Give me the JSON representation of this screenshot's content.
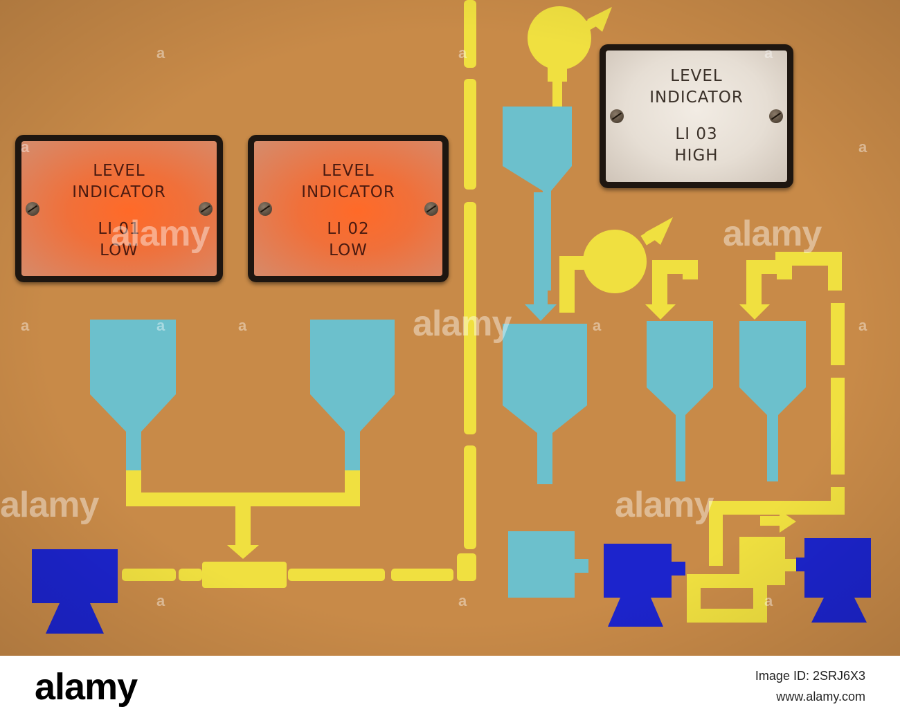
{
  "lamps": [
    {
      "style": "red",
      "line1": "LEVEL",
      "line2": "INDICATOR",
      "tag": "LI 01",
      "state": "LOW"
    },
    {
      "style": "red",
      "line1": "LEVEL",
      "line2": "INDICATOR",
      "tag": "LI 02",
      "state": "LOW"
    },
    {
      "style": "white",
      "line1": "LEVEL",
      "line2": "INDICATOR",
      "tag": "LI 03",
      "state": "HIGH"
    }
  ],
  "watermark": {
    "text": "alamy",
    "mark": "a"
  },
  "footer": {
    "logo": "alamy",
    "image_id": "Image ID: 2SRJ6X3",
    "site": "www.alamy.com"
  },
  "colors": {
    "panel": "#c88a48",
    "pipe": "#f0e040",
    "vessel": "#6cc0cc",
    "pump": "#1c24cc",
    "lamp_red": "#f0703a",
    "lamp_white": "#e6ded4"
  }
}
